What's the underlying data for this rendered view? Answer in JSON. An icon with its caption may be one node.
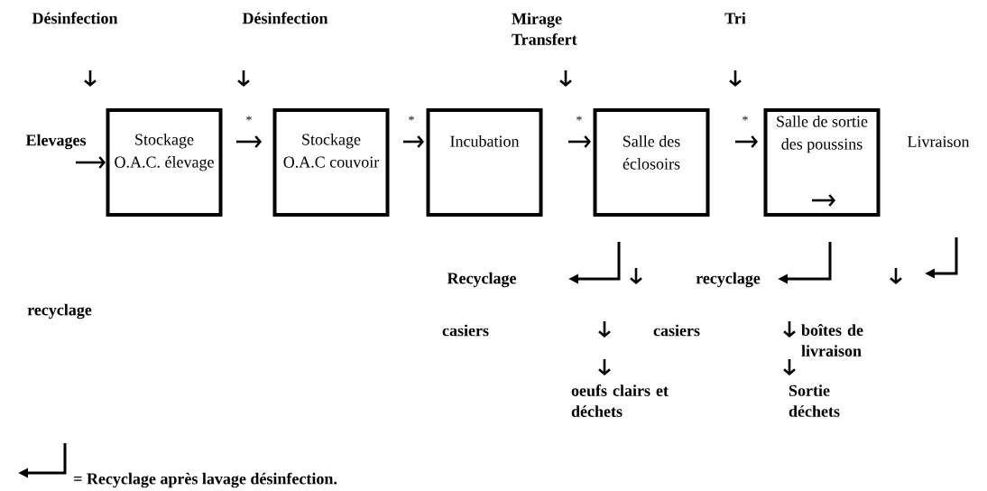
{
  "diagram": {
    "nodes": [
      {
        "text": [
          "Désinfection"
        ]
      },
      {
        "text": [
          "Désinfection"
        ]
      },
      {
        "text": [
          "Mirage Transfert"
        ]
      },
      {
        "text": [
          "Tri"
        ]
      },
      {
        "text": [
          "Elevages"
        ]
      },
      {
        "text": [
          "Stockage O.A.C. élevage"
        ]
      },
      {
        "text": [
          "Stockage O.A.C couvoir"
        ]
      },
      {
        "text": [
          "Incubation"
        ]
      },
      {
        "text": [
          "Salle des éclosoirs"
        ]
      },
      {
        "text": [
          "Salle de sortie des poussins"
        ]
      },
      {
        "text": [
          "Livraison"
        ]
      },
      {
        "text": [
          "Recyclage"
        ]
      },
      {
        "text": [
          "recyclage"
        ]
      },
      {
        "text": [
          "casiers"
        ]
      },
      {
        "text": [
          "boîtes de livraison"
        ]
      },
      {
        "text": [
          "oeufs clairs et déchets"
        ]
      },
      {
        "text": [
          "Sortie déchets"
        ]
      }
    ],
    "edges": [
      {
        "from": 4,
        "to": 5,
        "arrow": "to"
      },
      {
        "from": 5,
        "to": 6,
        "arrow": "to",
        "label": "*"
      },
      {
        "from": 6,
        "to": 7,
        "arrow": "to",
        "label": "*"
      },
      {
        "from": 7,
        "to": 8,
        "arrow": "to",
        "label": "*"
      },
      {
        "from": 8,
        "to": 9,
        "arrow": "to",
        "label": "*"
      },
      {
        "from": 8,
        "to": 11,
        "arrow": "to"
      },
      {
        "from": 9,
        "to": 12,
        "arrow": "to"
      },
      {
        "from": 14,
        "to": 16,
        "arrow": "to"
      }
    ],
    "labels": [
      "recyclage",
      "casiers"
    ],
    "legend": [
      {
        "text": "= Recyclage après lavage désinfection."
      }
    ]
  }
}
